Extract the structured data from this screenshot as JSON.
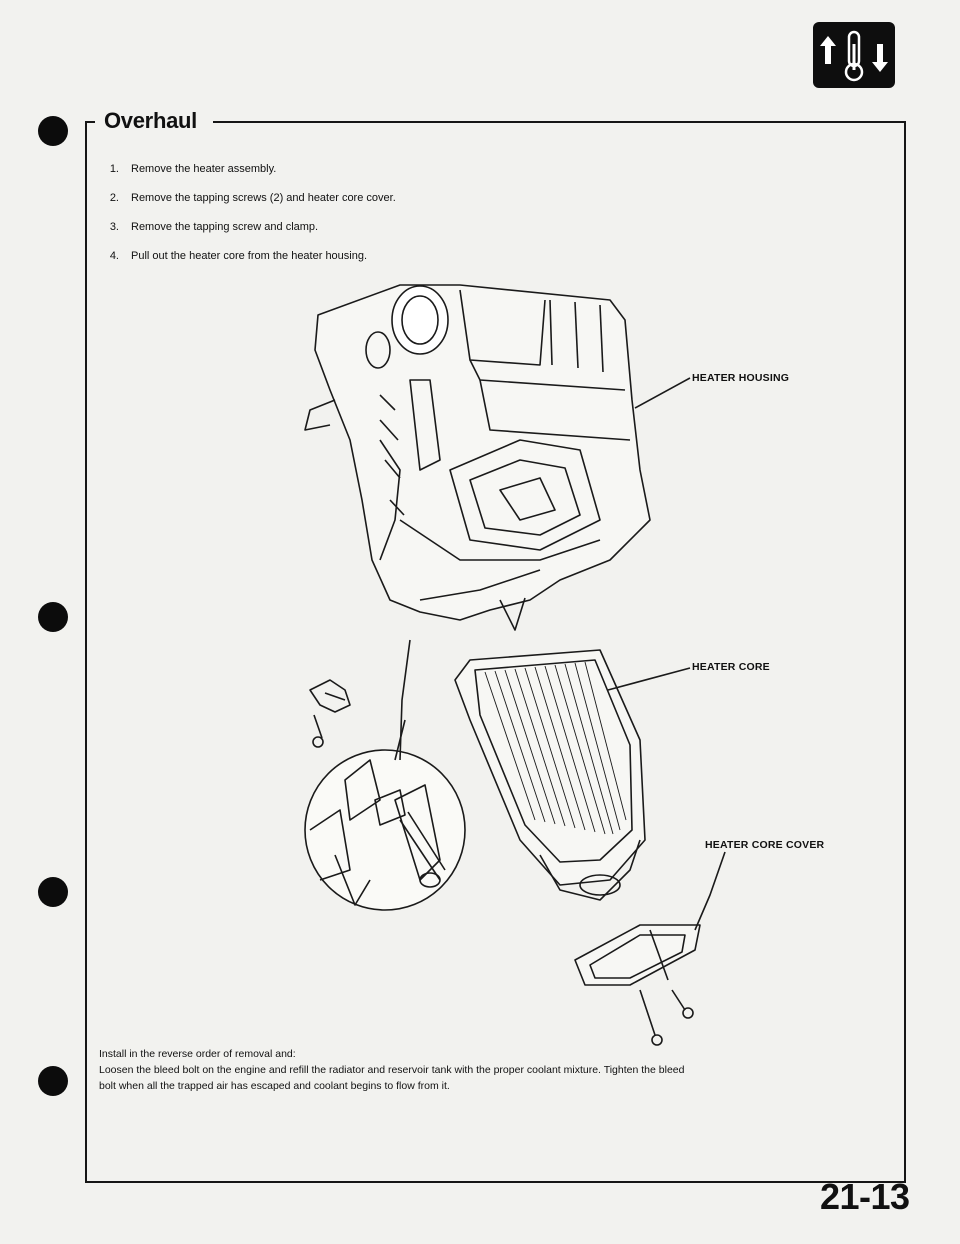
{
  "section": {
    "title": "Overhaul",
    "icon": "heater-thermometer-icon"
  },
  "steps": [
    {
      "num": "1.",
      "text": "Remove the heater assembly."
    },
    {
      "num": "2.",
      "text": "Remove the tapping screws (2) and heater core cover."
    },
    {
      "num": "3.",
      "text": "Remove the tapping screw and clamp."
    },
    {
      "num": "4.",
      "text": "Pull out the heater core from the heater housing."
    }
  ],
  "callouts": {
    "heater_housing": "HEATER HOUSING",
    "heater_core": "HEATER CORE",
    "heater_core_cover": "HEATER CORE COVER"
  },
  "notes": {
    "line1": "Install in the reverse order of removal and:",
    "line2": "Loosen the bleed bolt on the engine and refill the radiator and reservoir tank with the proper coolant mixture. Tighten the bleed",
    "line3": "bolt when all the trapped air has escaped and coolant begins to flow from it."
  },
  "page_number": "21-13"
}
